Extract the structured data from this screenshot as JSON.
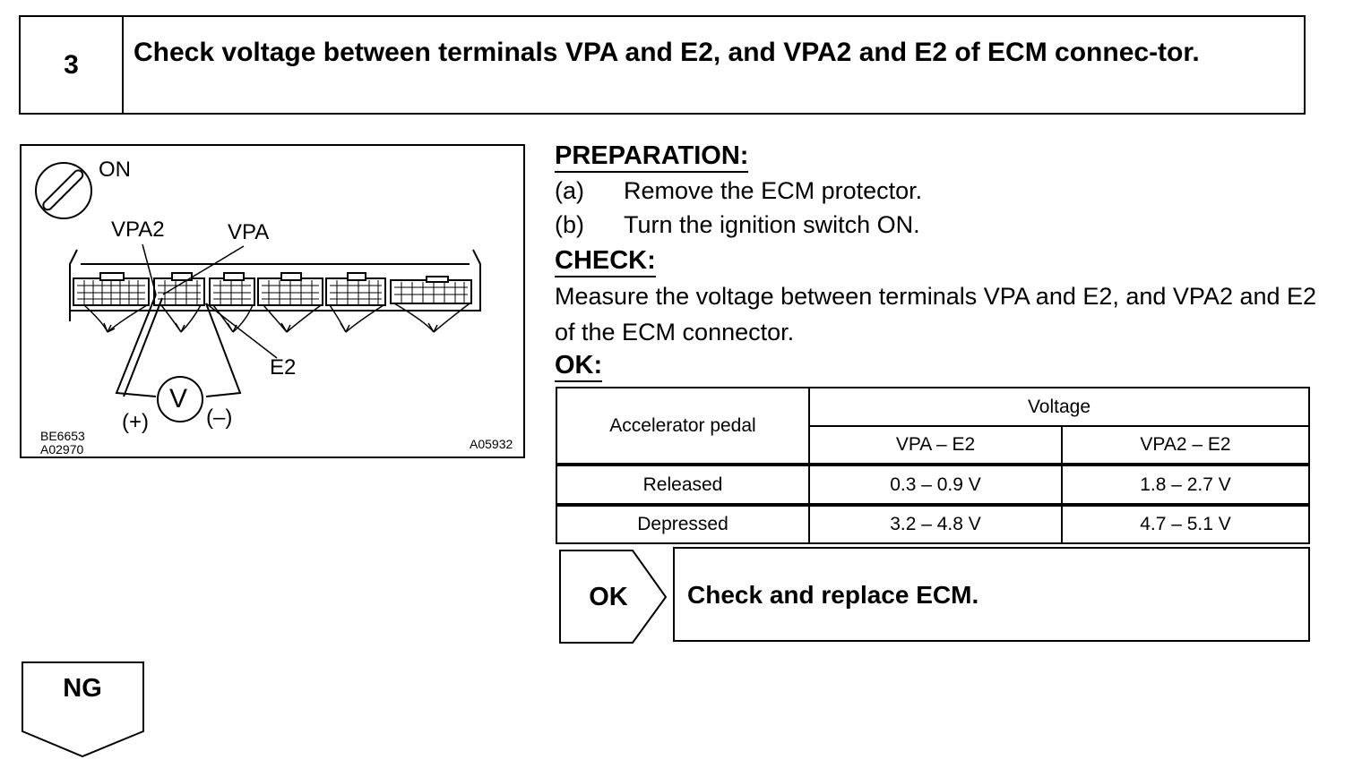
{
  "header": {
    "step_number": "3",
    "title": "Check voltage between terminals VPA and E2, and VPA2 and E2 of ECM connec-tor."
  },
  "figure": {
    "ignition_label": "ON",
    "label_vpa2": "VPA2",
    "label_vpa": "VPA",
    "label_e2": "E2",
    "meter_symbol": "V",
    "plus_label": "(+)",
    "minus_label": "(–)",
    "code_1": "BE6653",
    "code_2": "A02970",
    "code_3": "A05932"
  },
  "preparation": {
    "heading": "PREPARATION:",
    "steps": [
      {
        "letter": "(a)",
        "text": "Remove the ECM protector."
      },
      {
        "letter": "(b)",
        "text": "Turn the ignition switch ON."
      }
    ]
  },
  "check": {
    "heading": "CHECK:",
    "text": "Measure the voltage between terminals VPA and E2, and VPA2 and E2 of the ECM connector."
  },
  "ok": {
    "heading": "OK:"
  },
  "table": {
    "col_pedal": "Accelerator pedal",
    "col_voltage": "Voltage",
    "col_vpa": "VPA – E2",
    "col_vpa2": "VPA2 – E2",
    "rows": [
      {
        "pedal": "Released",
        "vpa": "0.3 – 0.9 V",
        "vpa2": "1.8 – 2.7 V"
      },
      {
        "pedal": "Depressed",
        "vpa": "3.2 – 4.8 V",
        "vpa2": "4.7 – 5.1 V"
      }
    ]
  },
  "result_ok": {
    "tag": "OK",
    "action": "Check and replace ECM."
  },
  "result_ng": {
    "tag": "NG"
  }
}
